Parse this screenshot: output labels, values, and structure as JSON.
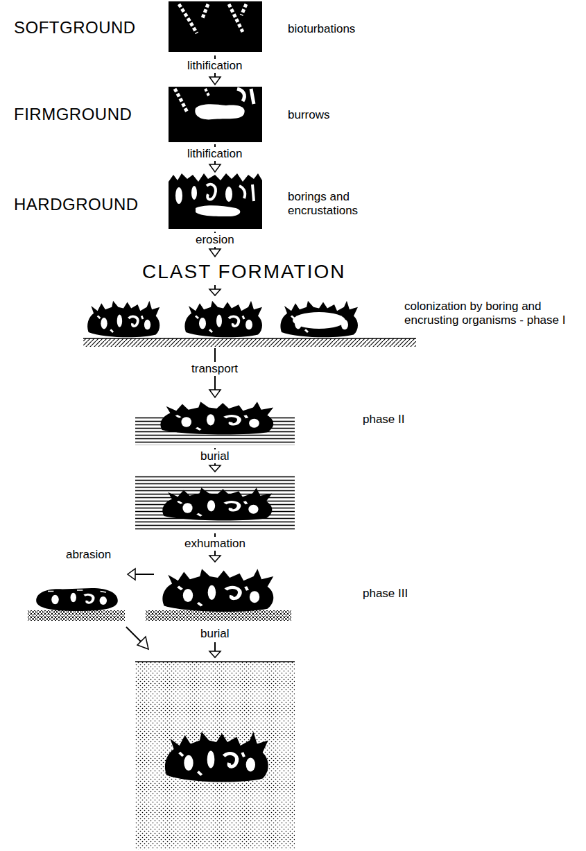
{
  "diagram": {
    "nodes": [
      {
        "text": [
          "SOFTGROUND",
          "bioturbations"
        ]
      },
      {
        "text": [
          "FIRMGROUND",
          "burrows"
        ]
      },
      {
        "text": [
          "HARDGROUND",
          "borings and encrustations"
        ]
      },
      {
        "text": [
          "CLAST FORMATION",
          "colonization by boring and encrusting organisms - phase I"
        ]
      },
      {
        "text": [
          "phase II"
        ]
      },
      {
        "text": [
          "phase III"
        ]
      }
    ],
    "edges": [
      {
        "from": 0,
        "to": 1,
        "arrow": "to",
        "label": "lithification"
      },
      {
        "from": 1,
        "to": 2,
        "arrow": "to",
        "label": "lithification"
      },
      {
        "from": 2,
        "to": 3,
        "arrow": "to",
        "label": "erosion"
      },
      {
        "from": 3,
        "to": 4,
        "arrow": "to",
        "label": "transport"
      }
    ],
    "labels": [
      "burial",
      "exhumation",
      "abrasion",
      "burial"
    ]
  }
}
